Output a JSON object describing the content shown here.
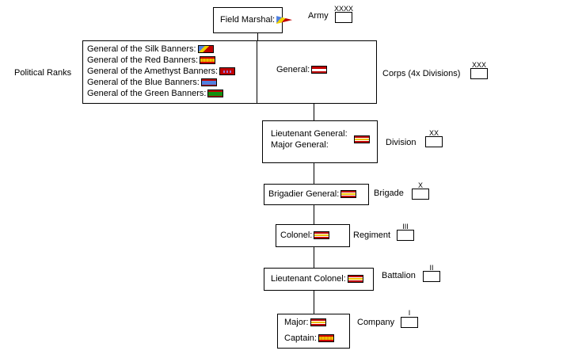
{
  "field_marshal": "Field Marshal:",
  "army": {
    "label": "Army",
    "echelon": "XXXX"
  },
  "political_ranks": "Political Ranks",
  "banner_generals": [
    "General of the Silk Banners:",
    "General of the Red Banners:",
    "General of the Amethyst Banners:",
    "General of the Blue Banners:",
    "General of the Green Banners:"
  ],
  "general": "General:",
  "corps": {
    "label": "Corps (4x Divisions)",
    "echelon": "XXX"
  },
  "lt_general": "Lieutenant General:",
  "maj_general": "Major General:",
  "division": {
    "label": "Division",
    "echelon": "XX"
  },
  "brig_general": "Brigadier General:",
  "brigade": {
    "label": "Brigade",
    "echelon": "X"
  },
  "colonel": "Colonel:",
  "regiment": {
    "label": "Regiment",
    "echelon": "III"
  },
  "lt_colonel": "Lieutenant Colonel:",
  "battalion": {
    "label": "Battalion",
    "echelon": "II"
  },
  "major": "Major:",
  "captain": "Captain:",
  "company": {
    "label": "Company",
    "echelon": "I"
  }
}
